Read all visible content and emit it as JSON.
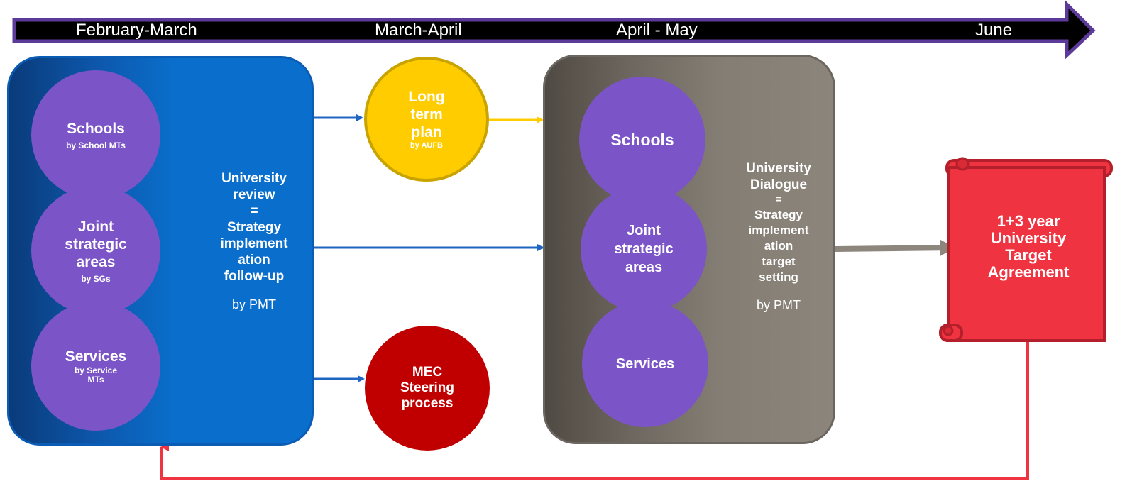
{
  "timeline": {
    "periods": [
      "February-March",
      "March-April",
      "April - May",
      "June"
    ]
  },
  "review": {
    "schools": {
      "title": "Schools",
      "by": "by School MTs"
    },
    "joint": {
      "title_lines": [
        "Joint",
        "strategic",
        "areas"
      ],
      "by": "by SGs"
    },
    "services": {
      "title": "Services",
      "by_lines": [
        "by Service",
        "MTs"
      ]
    },
    "text_lines": [
      "University",
      "review",
      "=",
      "Strategy",
      "implement",
      "ation",
      "follow-up"
    ],
    "by": "by PMT"
  },
  "long_term_plan": {
    "lines": [
      "Long",
      "term",
      "plan"
    ],
    "by": "by AUFB"
  },
  "mec": {
    "lines": [
      "MEC",
      "Steering",
      "process"
    ]
  },
  "dialogue": {
    "schools": {
      "title": "Schools"
    },
    "joint": {
      "title_lines": [
        "Joint",
        "strategic",
        "areas"
      ]
    },
    "services": {
      "title": "Services"
    },
    "text_lines": [
      "University",
      "Dialogue",
      "="
    ],
    "text_small_lines": [
      "Strategy",
      "implement",
      "ation",
      "target",
      "setting"
    ],
    "by": "by PMT"
  },
  "target_agreement": {
    "lines": [
      "1+3 year",
      "University",
      "Target",
      "Agreement"
    ]
  },
  "colors": {
    "timeline_bar": "#000000",
    "timeline_border": "#5b3a99",
    "review_blue": "#0a6fcc",
    "dialogue_gray": "#847d74",
    "purple": "#7b55c7",
    "long_term_yellow": "#ffcc00",
    "mec_red": "#c00000",
    "scroll_red": "#ef3340",
    "feedback_red": "#ef3340"
  }
}
